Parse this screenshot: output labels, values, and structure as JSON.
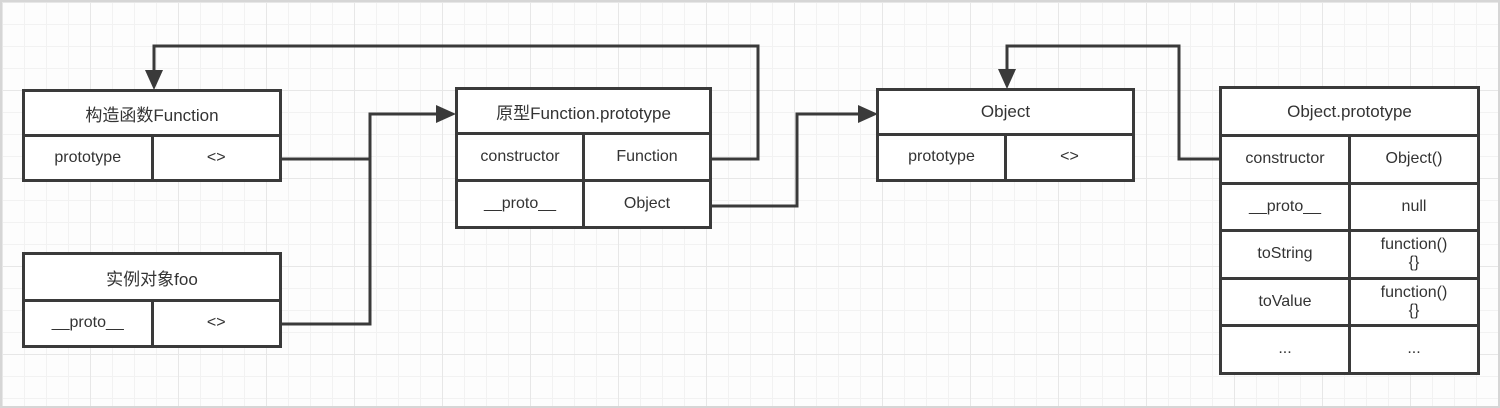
{
  "diagram": {
    "title_hint": "JavaScript prototype chain diagram",
    "colors": {
      "line": "#3a3a3a",
      "text": "#333333",
      "node_background": "#ffffff",
      "grid_minor": "#f2f2f2",
      "grid_major": "#e7e7e7",
      "canvas_background": "#fdfdfd"
    },
    "nodes": [
      {
        "id": "function-constructor",
        "title": "构造函数Function",
        "rows": [
          {
            "key": "prototype",
            "value": "<>"
          }
        ]
      },
      {
        "id": "instance-foo",
        "title": "实例对象foo",
        "rows": [
          {
            "key": "__proto__",
            "value": "<>"
          }
        ]
      },
      {
        "id": "function-prototype",
        "title": "原型Function.prototype",
        "rows": [
          {
            "key": "constructor",
            "value": "Function"
          },
          {
            "key": "__proto__",
            "value": "Object"
          }
        ]
      },
      {
        "id": "object-constructor",
        "title": "Object",
        "rows": [
          {
            "key": "prototype",
            "value": "<>"
          }
        ]
      },
      {
        "id": "object-prototype",
        "title": "Object.prototype",
        "rows": [
          {
            "key": "constructor",
            "value": "Object()"
          },
          {
            "key": "__proto__",
            "value": "null"
          },
          {
            "key": "toString",
            "value": "function()\n{}"
          },
          {
            "key": "toValue",
            "value": "function()\n{}"
          },
          {
            "key": "...",
            "value": "..."
          }
        ]
      }
    ],
    "edges": [
      {
        "from": "function-prototype.constructor",
        "to": "function-constructor"
      },
      {
        "from": "function-prototype.__proto__",
        "to": "object-constructor"
      },
      {
        "from": "object-prototype.constructor",
        "to": "object-constructor"
      },
      {
        "from": "function-constructor.prototype",
        "to": "function-prototype"
      },
      {
        "from": "instance-foo.__proto__",
        "to": "function-prototype"
      }
    ]
  }
}
